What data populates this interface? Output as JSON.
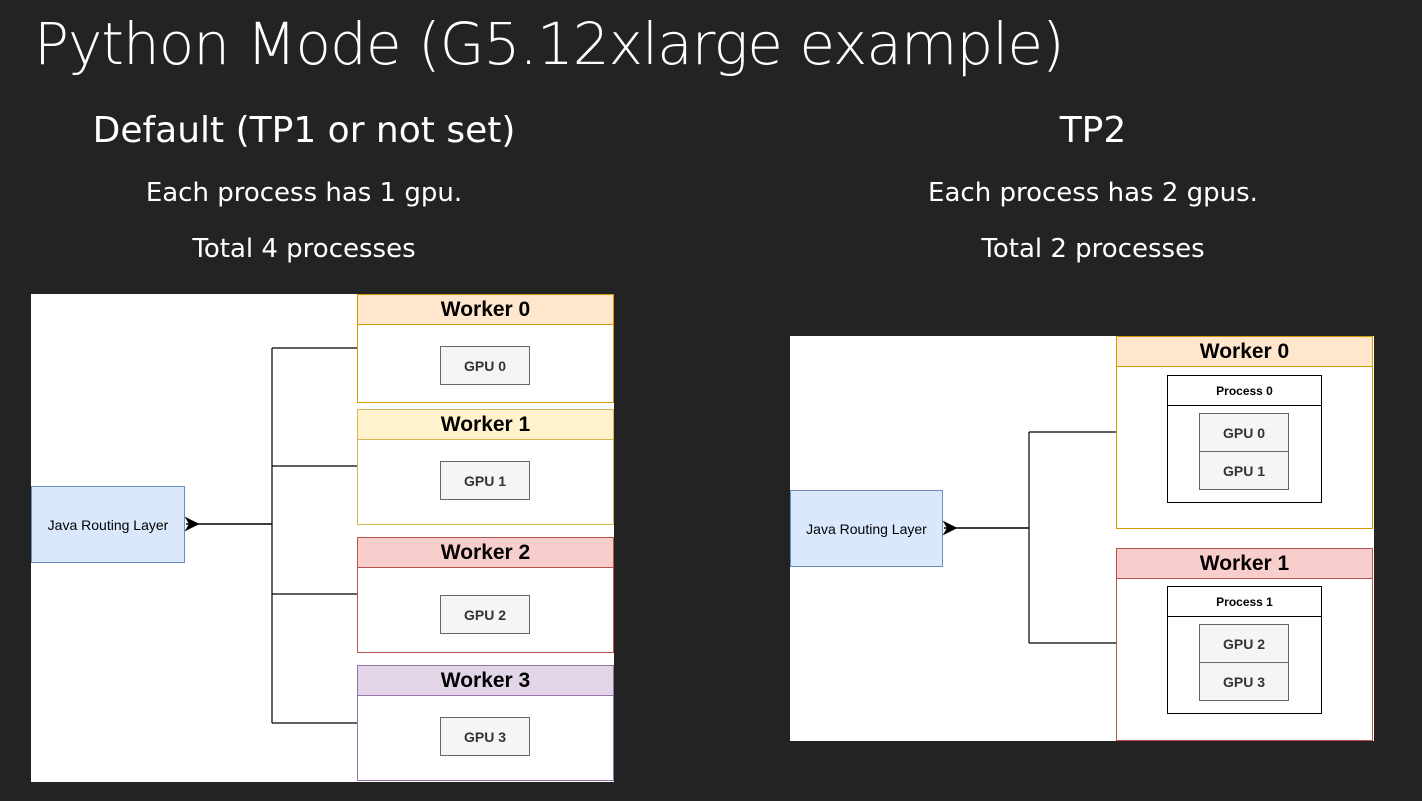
{
  "slide": {
    "title": "Python Mode (G5.12xlarge example)"
  },
  "left_column": {
    "heading": "Default (TP1 or not set)",
    "line1": "Each process has 1 gpu.",
    "line2": "Total 4 processes",
    "routing_label": "Java Routing Layer",
    "workers": [
      {
        "label": "Worker 0",
        "gpu": "GPU 0",
        "fill": "#ffe6cc",
        "stroke": "#d79b00"
      },
      {
        "label": "Worker 1",
        "gpu": "GPU 1",
        "fill": "#fff2cc",
        "stroke": "#d6b656"
      },
      {
        "label": "Worker 2",
        "gpu": "GPU 2",
        "fill": "#f8cecc",
        "stroke": "#b85450"
      },
      {
        "label": "Worker 3",
        "gpu": "GPU 3",
        "fill": "#e1d5e7",
        "stroke": "#9673a6"
      }
    ]
  },
  "right_column": {
    "heading": "TP2",
    "line1": "Each process has 2 gpus.",
    "line2": "Total 2 processes",
    "routing_label": "Java Routing Layer",
    "workers": [
      {
        "label": "Worker 0",
        "process": "Process 0",
        "gpus": [
          "GPU 0",
          "GPU 1"
        ],
        "fill": "#ffe6cc",
        "stroke": "#d79b00"
      },
      {
        "label": "Worker 1",
        "process": "Process 1",
        "gpus": [
          "GPU 2",
          "GPU 3"
        ],
        "fill": "#f8cecc",
        "stroke": "#b85450"
      }
    ]
  }
}
